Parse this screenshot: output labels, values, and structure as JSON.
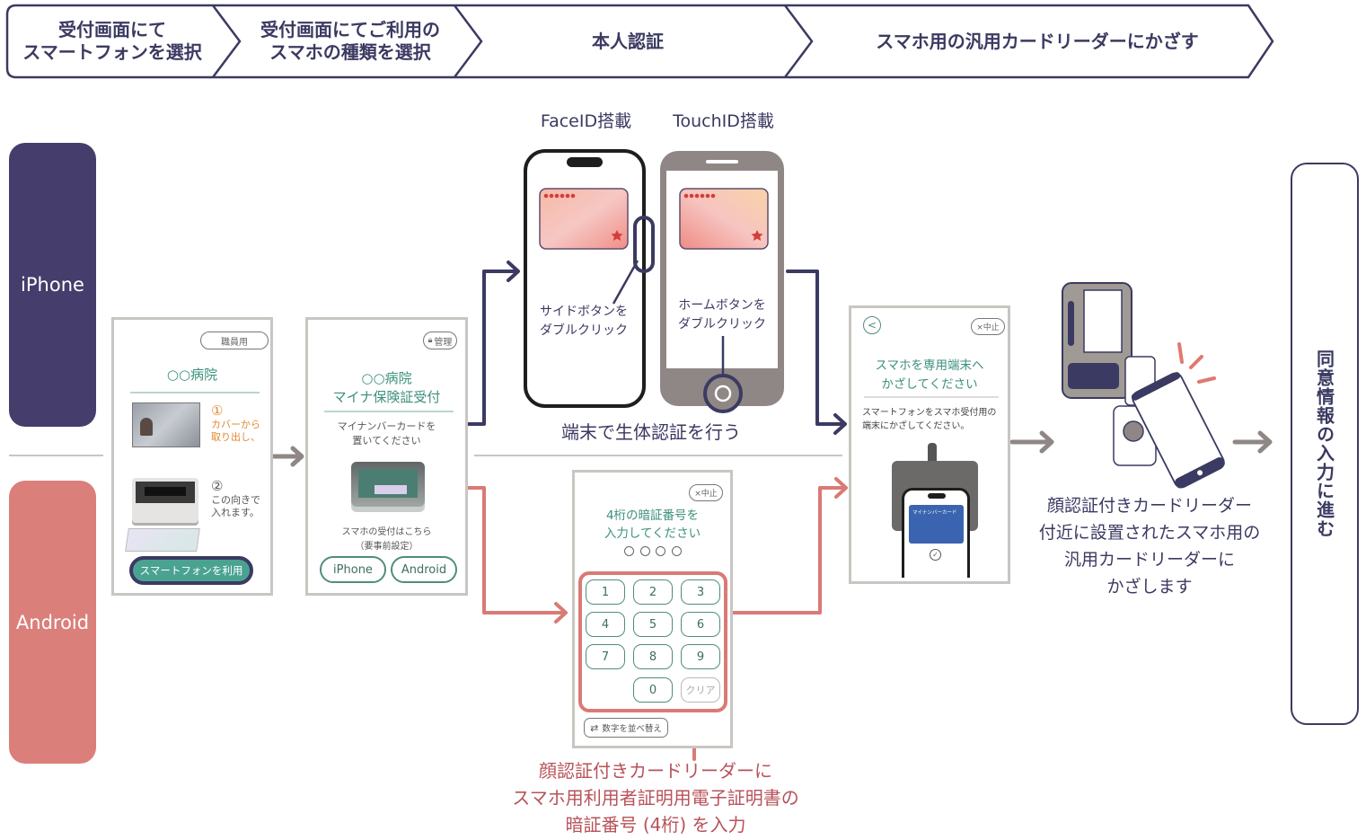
{
  "colors": {
    "navy": "#3b3a62",
    "iphone_lane": "#453d6b",
    "android_lane": "#db7f7b",
    "android_flow": "#d97a75",
    "teal": "#3c8f7c",
    "gray_arrow": "#8f8785"
  },
  "header": {
    "steps": [
      {
        "lines": [
          "受付画面にて",
          "スマートフォンを選択"
        ]
      },
      {
        "lines": [
          "受付画面にてご利用の",
          "スマホの種類を選択"
        ]
      },
      {
        "lines": [
          "本人認証"
        ]
      },
      {
        "lines": [
          "スマホ用の汎用カードリーダーにかざす"
        ]
      }
    ]
  },
  "lanes": {
    "iphone": "iPhone",
    "android": "Android"
  },
  "screen1": {
    "staff_button": "職員用",
    "hospital_name": "○○病院",
    "step1_num": "①",
    "step1_text": [
      "カバーから",
      "取り出し、"
    ],
    "step2_num": "②",
    "step2_text": [
      "この向きで",
      "入れます。"
    ],
    "use_smartphone_button": "スマートフォンを利用"
  },
  "screen2": {
    "admin_button": "管理",
    "hospital_name": "○○病院",
    "subtitle": "マイナ保険証受付",
    "instruction": [
      "マイナンバーカードを",
      "置いてください"
    ],
    "smartphone_note": [
      "スマホの受付はこちら",
      "（要事前設定）"
    ],
    "iphone_button": "iPhone",
    "android_button": "Android"
  },
  "biometric": {
    "faceid_title": "FaceID搭載",
    "touchid_title": "TouchID搭載",
    "faceid_instruction": [
      "サイドボタンを",
      "ダブルクリック"
    ],
    "touchid_instruction": [
      "ホームボタンを",
      "ダブルクリック"
    ],
    "caption": "端末で生体認証を行う"
  },
  "pin_screen": {
    "cancel_button": "×中止",
    "title": [
      "4桁の暗証番号を",
      "入力してください"
    ],
    "pin_dots": 4,
    "keys": [
      "1",
      "2",
      "3",
      "4",
      "5",
      "6",
      "7",
      "8",
      "9",
      "0",
      "クリア"
    ],
    "shuffle_button": "数字を並べ替え",
    "caption": [
      "顔認証付きカードリーダーに",
      "スマホ用利用者証明用電子証明書の",
      "暗証番号 (4桁) を入力"
    ]
  },
  "tap_screen": {
    "back_button": "<",
    "cancel_button": "×中止",
    "title": [
      "スマホを専用端末へ",
      "かざしてください"
    ],
    "instruction": [
      "スマートフォンをスマホ受付用の",
      "端末にかざしてください。"
    ],
    "card_label": "マイナンバーカード"
  },
  "reader": {
    "caption": [
      "顔認証付きカードリーダー",
      "付近に設置されたスマホ用の",
      "汎用カードリーダーに",
      "かざします"
    ]
  },
  "final_step": {
    "label": "同意情報の入力に進む"
  }
}
